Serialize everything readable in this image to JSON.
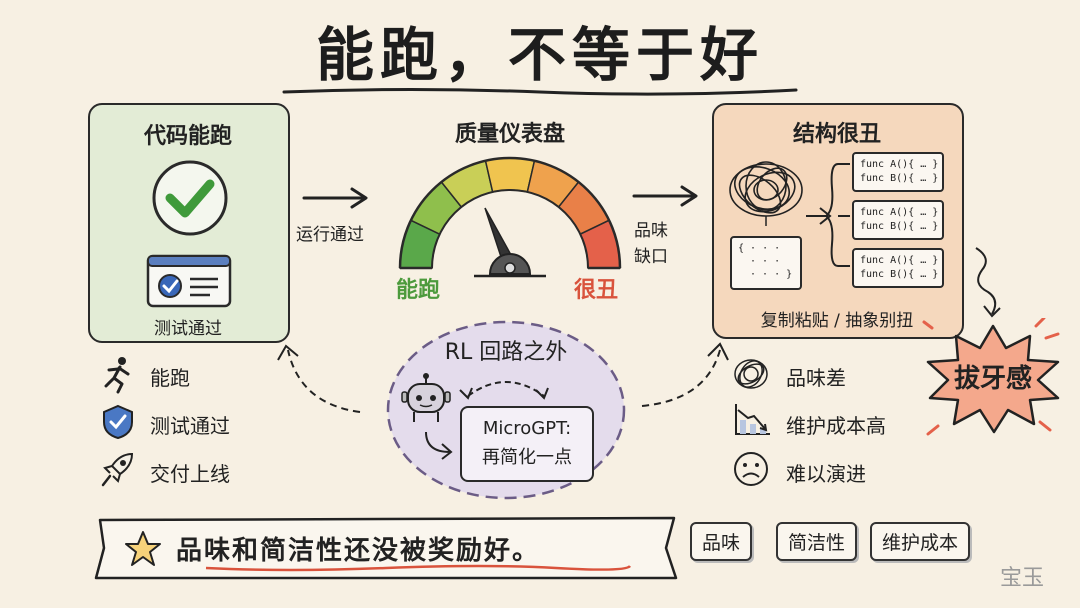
{
  "title": "能跑，不等于好",
  "left_panel": {
    "heading": "代码能跑",
    "caption": "测试通过"
  },
  "arrow_left_label": "运行通过",
  "gauge": {
    "heading": "质量仪表盘",
    "low_label": "能跑",
    "high_label": "很丑"
  },
  "arrow_right_label_1": "品味",
  "arrow_right_label_2": "缺口",
  "right_panel": {
    "heading": "结构很丑",
    "caption": "复制粘贴 / 抽象别扭",
    "code_lines": [
      "func A(){ … }",
      "func B(){ … }"
    ],
    "brace_lines": [
      "{ · · ·",
      "· · ·",
      "· · · }"
    ]
  },
  "center_loop": {
    "heading": "RL 回路之外",
    "bubble_line1": "MicroGPT:",
    "bubble_line2": "再简化一点"
  },
  "left_list": [
    "能跑",
    "测试通过",
    "交付上线"
  ],
  "right_list": [
    "品味差",
    "维护成本高",
    "难以演进"
  ],
  "burst_text": "拔牙感",
  "banner_text": "品味和简洁性还没被奖励好。",
  "tags": [
    "品味",
    "简洁性",
    "维护成本"
  ],
  "watermark": "宝玉",
  "colors": {
    "green_bg": "#e3ecd6",
    "orange_bg": "#f5d8bd",
    "purple_bg": "#e4dcec",
    "burst": "#f4a88c",
    "gauge_low": "#5aa84a",
    "gauge_high": "#e4614a"
  }
}
